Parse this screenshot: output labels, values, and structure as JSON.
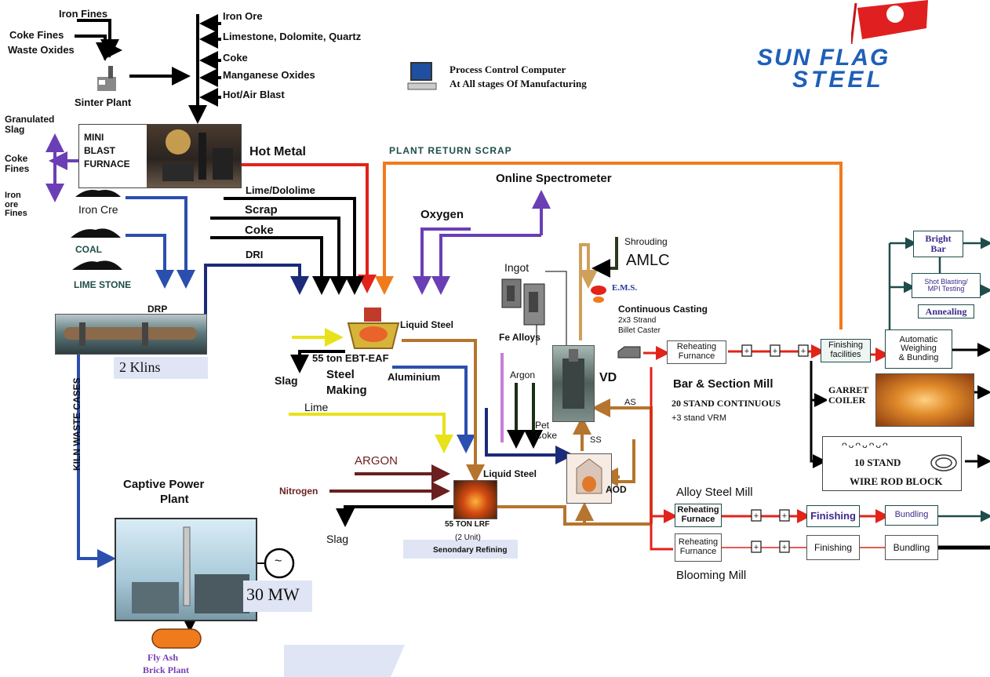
{
  "brand": {
    "line1": "SUN FLAG",
    "line2": "STEEL",
    "color": "#1f5fb8",
    "flag_color": "#e02020"
  },
  "legend": {
    "line1": "Process Control Computer",
    "line2": "At All stages Of Manufacturing",
    "icon": "computer-icon"
  },
  "inputs_top": [
    "Iron Fines",
    "Coke Fines",
    "Waste Oxides"
  ],
  "bf_inputs": [
    "Iron Ore",
    "Limestone, Dolomite, Quartz",
    "Coke",
    "Manganese Oxides",
    "Hot/Air Blast"
  ],
  "sinter_plant": "Sinter Plant",
  "mini_bf": {
    "l1": "MINI",
    "l2": "BLAST",
    "l3": "FURNACE"
  },
  "bf_outputs": {
    "slag": "Granulated\nSlag",
    "coke": "Coke\nFines",
    "ore": "Iron\nore\nFines"
  },
  "drp_inputs": [
    "Iron Cre",
    "COAL",
    "LIME STONE"
  ],
  "drp": "DRP",
  "klins": "2 Klins",
  "kiln_waste": "KILN WASTE CASES",
  "power_plant": {
    "l1": "Captive Power",
    "l2": "Plant",
    "mw": "30 MW",
    "gen": "~"
  },
  "fly_ash": {
    "l1": "Fly Ash",
    "l2": "Brick Plant"
  },
  "hot_metal": "Hot Metal",
  "return_scrap": "PLANT RETURN SCRAP",
  "eaf_inputs": [
    "Lime/Dololime",
    "Scrap",
    "Coke",
    "DRI"
  ],
  "spectrometer": "Online Spectrometer",
  "oxygen": "Oxygen",
  "eaf": {
    "name": "55 ton EBT-EAF",
    "slag": "Slag",
    "making1": "Steel",
    "making2": "Making"
  },
  "liquid_steel_1": "Liquid Steel",
  "aluminium": "Aluminium",
  "lime": "Lime",
  "argon_lrf": "ARGON",
  "nitrogen": "Nitrogen",
  "lrf": {
    "l1": "55 TON LRF",
    "l2": "(2 Unit)",
    "l3": "Senondary Refining",
    "slag": "Slag",
    "liquid": "Liquid Steel"
  },
  "ingot": "Ingot",
  "fe_alloys": "Fe Alloys",
  "argon_vd": "Argon",
  "pet_coke": "Pet\nCoke",
  "vd": "VD",
  "ss": "SS",
  "as": "AS",
  "aod": "AOD",
  "shrouding": "Shrouding",
  "amlc": "AMLC",
  "ems": "E.M.S.",
  "caster": {
    "l1": "Continuous Casting",
    "l2": "2x3 Strand",
    "l3": "Billet Caster"
  },
  "bar_mill": {
    "reheat": "Reheating\nFurnance",
    "finishing": "Finishing\nfacilities",
    "title": "Bar & Section Mill",
    "sub1": "20 STAND CONTINUOUS",
    "sub2": "+3 stand VRM"
  },
  "finishing_boxes": {
    "bright": "Bright\nBar",
    "shot": "Shot Blasting/\nMPI Testing",
    "anneal": "Annealing",
    "auto": "Automatic\nWeighing\n& Bunding"
  },
  "garret": "GARRET\nCOILER",
  "wire_rod": {
    "top": "ᴖᴗᴖᴗᴖᴗᴖ",
    "l1": "10 STAND",
    "l2": "WIRE ROD BLOCK"
  },
  "alloy_mill": {
    "title": "Alloy Steel Mill",
    "reheat": "Reheating\nFurnace",
    "finishing": "Finishing",
    "bundling": "Bundling"
  },
  "blooming_mill": {
    "title": "Blooming Mill",
    "reheat": "Reheating\nFurnance",
    "finishing": "Finishing",
    "bundling": "Bundling"
  }
}
